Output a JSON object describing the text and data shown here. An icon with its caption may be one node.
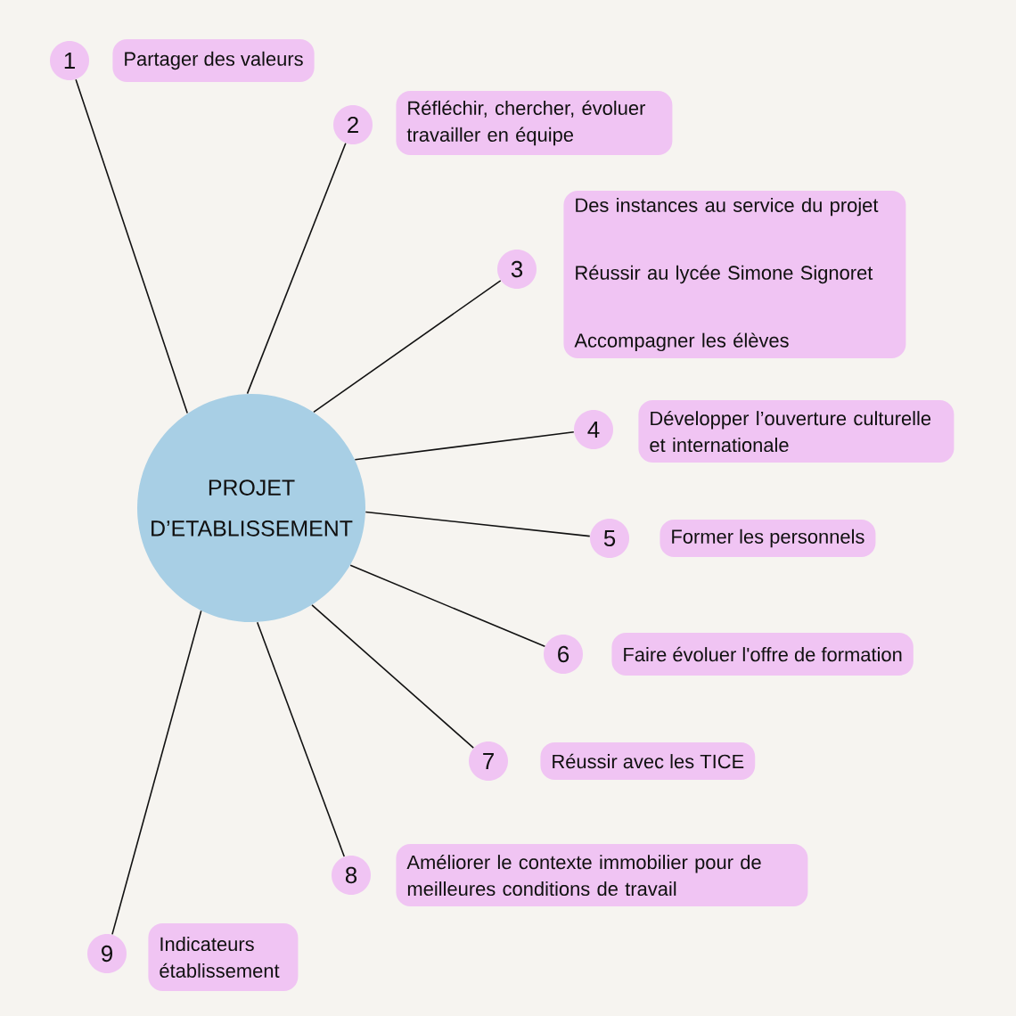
{
  "diagram": {
    "nodes": [
      {
        "text": [
          "PROJET D’ETABLISSEMENT"
        ]
      },
      {
        "text": [
          "1"
        ]
      },
      {
        "text": [
          "Partager des valeurs"
        ]
      },
      {
        "text": [
          "2"
        ]
      },
      {
        "text": [
          "Réfléchir, chercher, évoluer travailler en équipe"
        ]
      },
      {
        "text": [
          "3"
        ]
      },
      {
        "text": [
          "Des instances au service du projet",
          "Réussir au lycée Simone Signoret",
          "Accompagner les élèves"
        ]
      },
      {
        "text": [
          "4"
        ]
      },
      {
        "text": [
          "Développer l’ouverture culturelle et internationale"
        ]
      },
      {
        "text": [
          "5"
        ]
      },
      {
        "text": [
          "Former les personnels"
        ]
      },
      {
        "text": [
          "6"
        ]
      },
      {
        "text": [
          "Faire évoluer l'offre de formation"
        ]
      },
      {
        "text": [
          "7"
        ]
      },
      {
        "text": [
          "Réussir avec les TICE"
        ]
      },
      {
        "text": [
          "8"
        ]
      },
      {
        "text": [
          "Améliorer le contexte immobilier pour de meilleures conditions de travail"
        ]
      },
      {
        "text": [
          "9"
        ]
      },
      {
        "text": [
          "Indicateurs établissement"
        ]
      }
    ],
    "edges": [
      {
        "from": 0,
        "to": 1,
        "arrow": "none"
      },
      {
        "from": 0,
        "to": 3,
        "arrow": "none"
      },
      {
        "from": 0,
        "to": 5,
        "arrow": "none"
      },
      {
        "from": 0,
        "to": 7,
        "arrow": "none"
      },
      {
        "from": 0,
        "to": 9,
        "arrow": "none"
      },
      {
        "from": 0,
        "to": 11,
        "arrow": "none"
      },
      {
        "from": 0,
        "to": 13,
        "arrow": "none"
      },
      {
        "from": 0,
        "to": 15,
        "arrow": "none"
      },
      {
        "from": 0,
        "to": 17,
        "arrow": "none"
      }
    ]
  }
}
